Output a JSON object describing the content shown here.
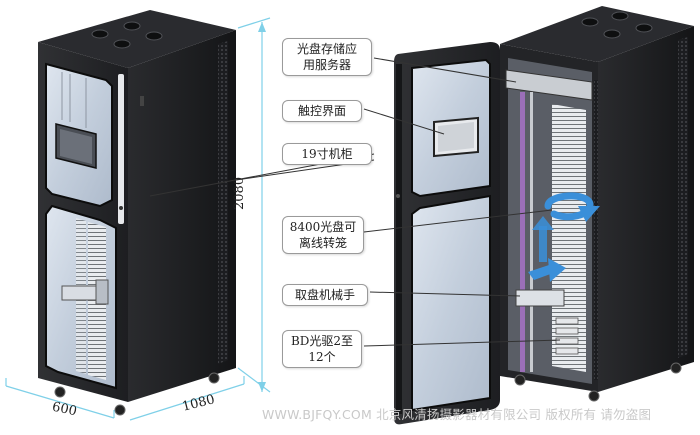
{
  "callouts": {
    "storage_server": [
      "光盘存储应",
      "用服务器"
    ],
    "touch_ui": "触控界面",
    "cabinet": "19寸机柜",
    "carousel": [
      "8400光盘可",
      "离线转笼"
    ],
    "robot_arm": "取盘机械手",
    "bd_drive": [
      "BD光驱2至",
      "12个"
    ]
  },
  "dimensions": {
    "height": "2080",
    "width": "600",
    "depth": "1080"
  },
  "watermark": "WWW.BJFQY.COM 北京风清扬摄影器材有限公司 版权所有 请勿盗图",
  "colors": {
    "cabinet_body": "#1e1f22",
    "glass": "#c7d2e0",
    "dimension_line": "#7fd0e8",
    "accent_blue": "#3a8fd9",
    "leader_line": "#333333"
  }
}
